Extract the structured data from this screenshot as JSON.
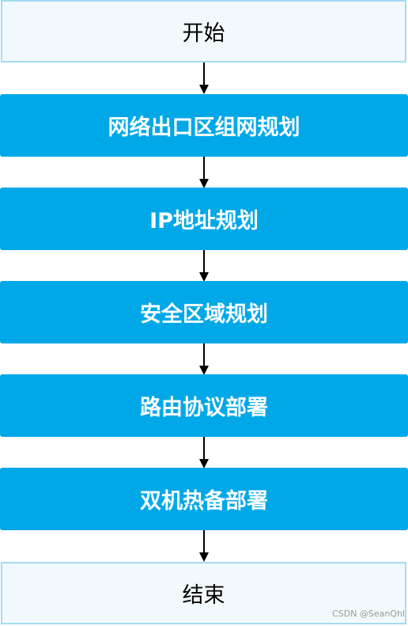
{
  "flow": {
    "start": "开始",
    "steps": [
      "网络出口区组网规划",
      "IP地址规划",
      "安全区域规划",
      "路由协议部署",
      "双机热备部署"
    ],
    "end": "结束"
  },
  "watermark": "CSDN @SeanQhl",
  "colors": {
    "step_fill": "#00a8e8",
    "terminal_fill": "#f2f9fd",
    "terminal_border": "#a3dcf2"
  }
}
